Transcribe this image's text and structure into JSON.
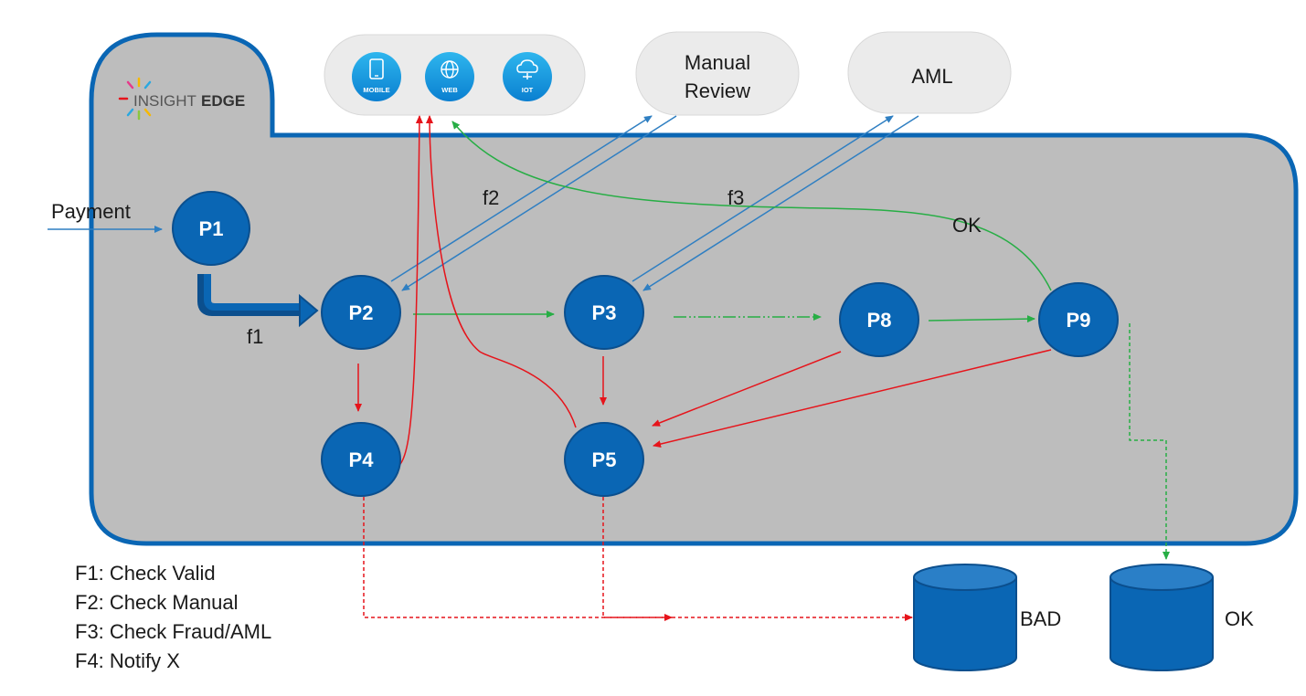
{
  "brand": {
    "prefix": "INSIGHT",
    "suffix": "EDGE"
  },
  "channels": [
    {
      "label": "MOBILE",
      "icon": "mobile-icon"
    },
    {
      "label": "WEB",
      "icon": "globe-icon"
    },
    {
      "label": "IOT",
      "icon": "cloud-icon"
    }
  ],
  "external": {
    "manual_review_line1": "Manual",
    "manual_review_line2": "Review",
    "aml": "AML"
  },
  "input_label": "Payment",
  "nodes": {
    "p1": "P1",
    "p2": "P2",
    "p3": "P3",
    "p4": "P4",
    "p5": "P5",
    "p8": "P8",
    "p9": "P9"
  },
  "edge_labels": {
    "f1": "f1",
    "f2": "f2",
    "f3": "f3",
    "ok": "OK"
  },
  "stores": {
    "bad": "BAD",
    "ok": "OK"
  },
  "legend": [
    "F1: Check Valid",
    "F2: Check Manual",
    "F3: Check Fraud/AML",
    "F4: Notify X"
  ],
  "colors": {
    "node_fill": "#0a66b4",
    "node_stroke": "#0b4f8e",
    "container_fill": "#bdbdbd",
    "container_stroke": "#0a66b4",
    "green": "#27ae45",
    "red": "#e6141b",
    "blue": "#2f7fc2"
  }
}
